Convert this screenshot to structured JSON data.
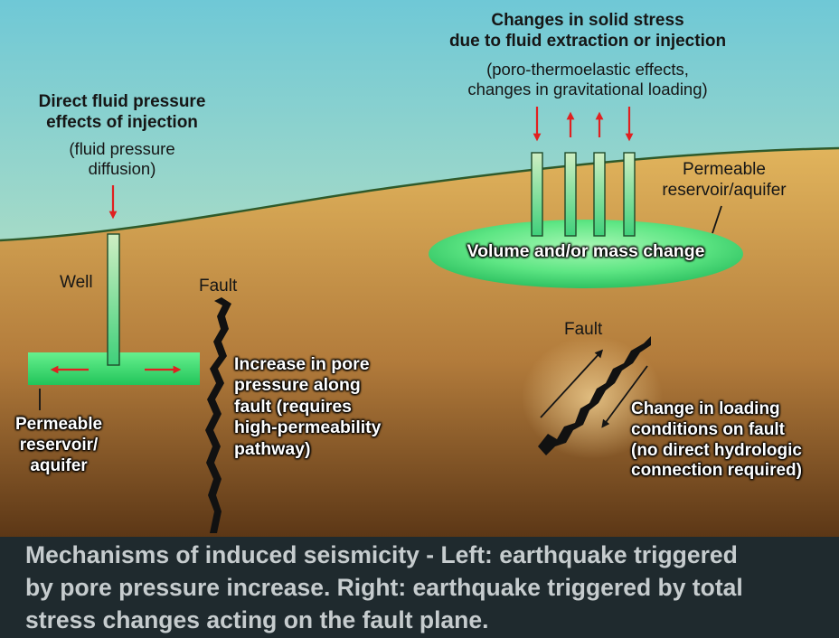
{
  "left": {
    "heading_line1": "Direct fluid pressure",
    "heading_line2": "effects of injection",
    "sub_line1": "(fluid pressure",
    "sub_line2": "diffusion)",
    "well_label": "Well",
    "fault_label": "Fault",
    "pore_line1": "Increase in pore",
    "pore_line2": "pressure along",
    "pore_line3": "fault (requires",
    "pore_line4": "high-permeability",
    "pore_line5": "pathway)",
    "reservoir_line1": "Permeable",
    "reservoir_line2": "reservoir/",
    "reservoir_line3": "aquifer"
  },
  "right": {
    "heading_line1": "Changes in solid stress",
    "heading_line2": "due to fluid extraction or injection",
    "sub_line1": "(poro-thermoelastic effects,",
    "sub_line2": "changes in gravitational loading)",
    "reservoir_line1": "Permeable",
    "reservoir_line2": "reservoir/aquifer",
    "volume_label": "Volume and/or mass change",
    "fault_label": "Fault",
    "loading_line1": "Change in loading",
    "loading_line2": "conditions on fault",
    "loading_line3": "(no direct hydrologic",
    "loading_line4": "connection required)"
  },
  "caption": {
    "line1": "Mechanisms of induced seismicity - Left: earthquake triggered",
    "line2": "by pore pressure increase. Right: earthquake triggered by total",
    "line3": "stress changes acting on the fault plane."
  },
  "colors": {
    "sky_top": "#6fc8d6",
    "sky_bottom": "#e7f1b5",
    "ground_top": "#e1b45c",
    "ground_bottom": "#5c3716",
    "fluid_green": "#3fe07a",
    "arrow_red": "#e02020",
    "horizon_line": "#2f5a2a"
  }
}
